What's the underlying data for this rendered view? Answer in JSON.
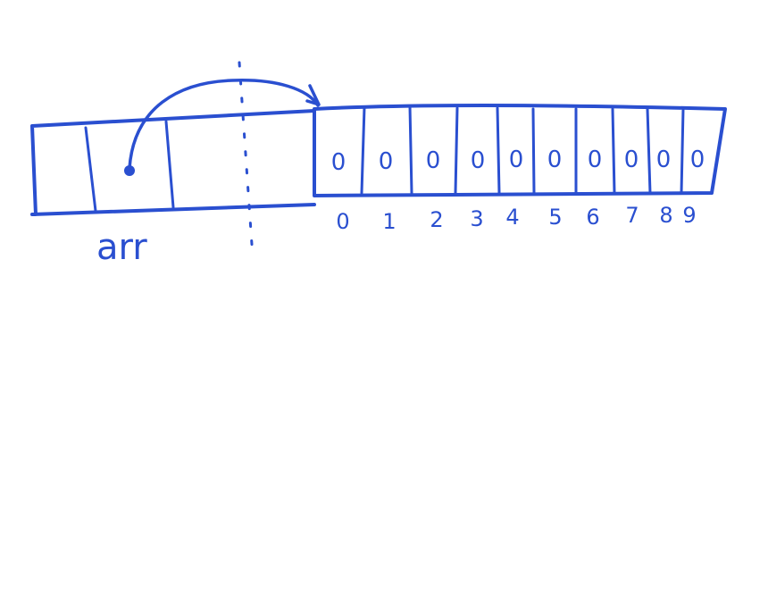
{
  "colors": {
    "ink": "#2a4fd0",
    "background": "#ffffff"
  },
  "stack": {
    "variable_label": "arr"
  },
  "heap": {
    "cell_values": [
      "0",
      "0",
      "0",
      "0",
      "0",
      "0",
      "0",
      "0",
      "0",
      "0"
    ],
    "indices": [
      "0",
      "1",
      "2",
      "3",
      "4",
      "5",
      "6",
      "7",
      "8",
      "9"
    ]
  }
}
